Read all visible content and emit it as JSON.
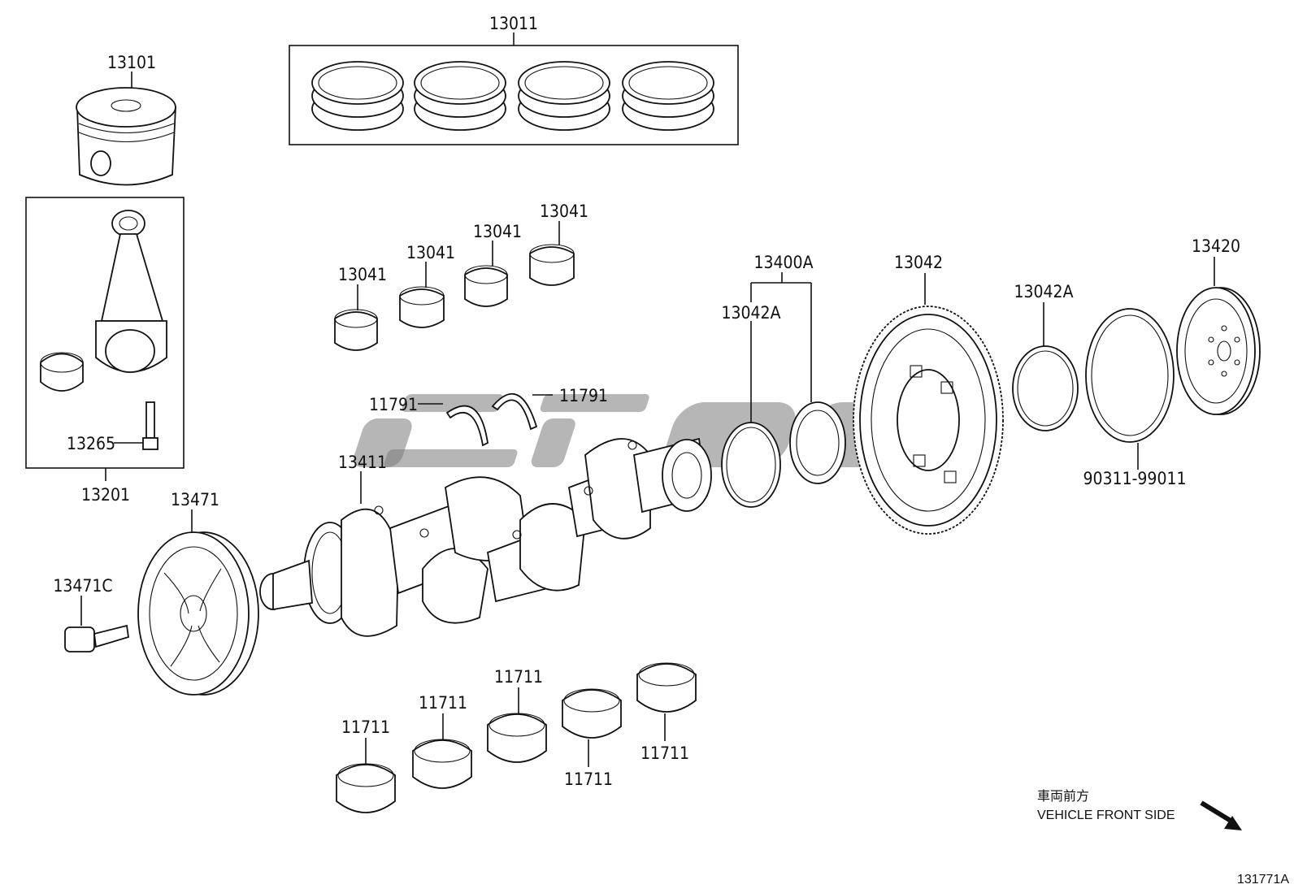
{
  "diagram": {
    "illustration_code": "131771A",
    "orientation_note": {
      "jp": "車両前方",
      "en": "VEHICLE FRONT SIDE"
    },
    "part_labels": {
      "piston_rings_set": "13011",
      "piston": "13101",
      "connecting_rod_assy": "13201",
      "conrod_bolt": "13265",
      "crank_pulley": "13471",
      "pulley_bolt": "13471C",
      "conrod_bearing_1": "13041",
      "conrod_bearing_2": "13041",
      "conrod_bearing_3": "13041",
      "conrod_bearing_4": "13041",
      "thrust_washer_left": "11791",
      "thrust_washer_right": "11791",
      "crankshaft": "13411",
      "ring_gear_set": "13400A",
      "rear_ring_a": "13042A",
      "ring_gear": "13042",
      "ring_b": "13042A",
      "flywheel": "13420",
      "oil_seal": "90311-99011",
      "main_bearing_1": "11711",
      "main_bearing_2": "11711",
      "main_bearing_3": "11711",
      "main_bearing_4": "11711",
      "main_bearing_5": "11711"
    }
  }
}
